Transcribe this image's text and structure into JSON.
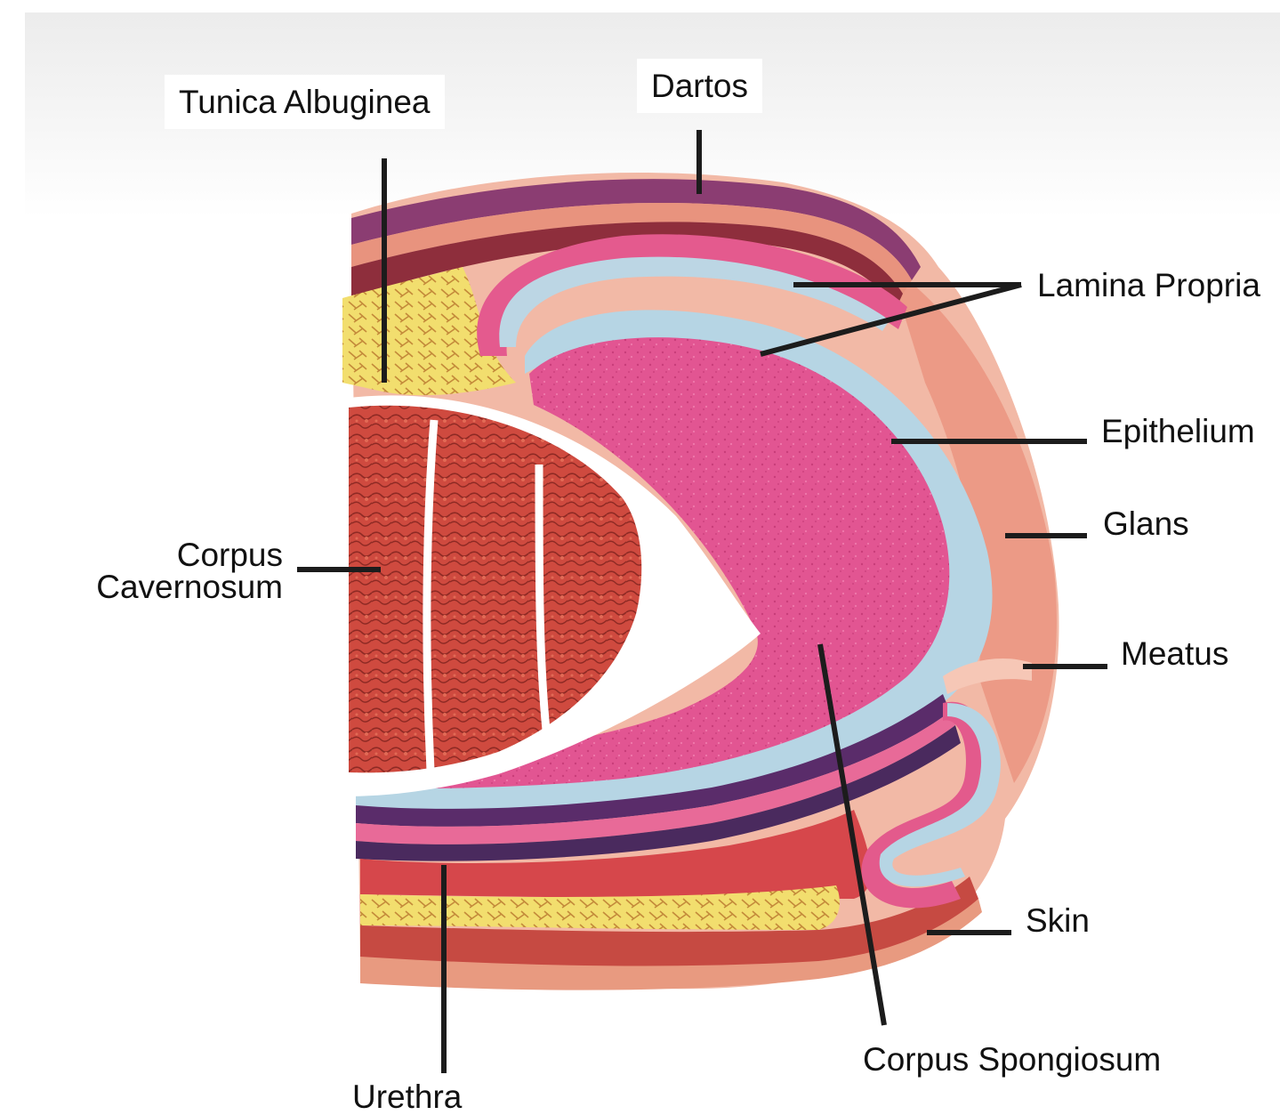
{
  "labels": {
    "tunica_albuginea": "Tunica Albuginea",
    "dartos": "Dartos",
    "lamina_propria": "Lamina Propria",
    "epithelium": "Epithelium",
    "glans": "Glans",
    "meatus": "Meatus",
    "corpus_cavernosum_line1": "Corpus",
    "corpus_cavernosum_line2": "Cavernosum",
    "skin": "Skin",
    "corpus_spongiosum": "Corpus Spongiosum",
    "urethra": "Urethra"
  },
  "colors": {
    "spongiosum_pink": "#e0508a",
    "cavernosum_red": "#c8453e",
    "epithelium_blue": "#b4d3e2",
    "dartos_purple": "#7a3a6a",
    "fat_yellow": "#f1dc6a",
    "skin_peach": "#efa088"
  }
}
